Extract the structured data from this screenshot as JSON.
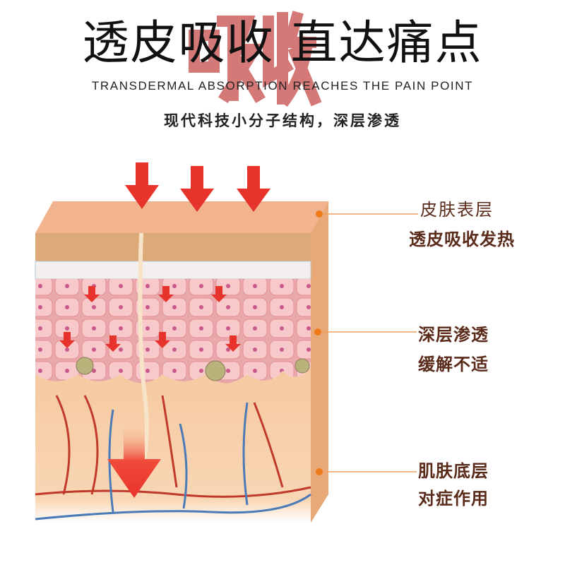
{
  "header": {
    "watermark": "吸收",
    "title": "透皮吸收 直达痛点",
    "english_caption": "TRANSDERMAL ABSORPTION REACHES THE PAIN POINT",
    "subtitle": "现代科技小分子结构，深层渗透"
  },
  "labels": [
    {
      "name": "皮肤表层",
      "desc": "透皮吸收发热"
    },
    {
      "name": "深层渗透",
      "desc": "缓解不适"
    },
    {
      "name": "肌肤底层",
      "desc": "对症作用"
    }
  ],
  "colors": {
    "arrow": "#e8332c",
    "dot": "#f07a1a",
    "label": "#5a2a1a",
    "watermark": "#d06a6a"
  }
}
